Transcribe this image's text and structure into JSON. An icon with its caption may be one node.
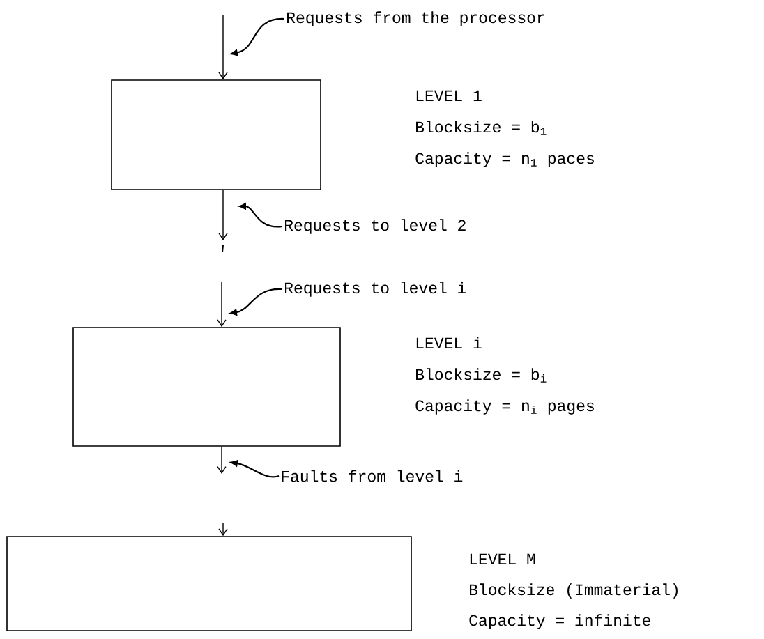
{
  "diagram": {
    "nodes": [
      {
        "text": [],
        "shape": "box",
        "beside": [
          "LEVEL 1",
          "Blocksize = b$_{1}$",
          "Capacity = n$_{1}$ paces"
        ]
      },
      {
        "text": [],
        "shape": "box",
        "beside": [
          "LEVEL i",
          "Blocksize = b$_{i}$",
          "Capacity = n$_{i}$ pages"
        ]
      },
      {
        "text": [],
        "shape": "box",
        "beside": [
          "LEVEL M",
          "Blocksize (Immaterial)",
          "Capacity = infinite"
        ]
      },
      {
        "text": [
          "Requests from the processor"
        ]
      },
      {
        "text": [
          "Requests to level 2"
        ]
      },
      {
        "text": [
          "Requests to level i"
        ]
      },
      {
        "text": [
          "Faults from level i"
        ]
      }
    ],
    "edges": [
      {
        "from": null,
        "to": 0,
        "arrow": "to"
      },
      {
        "from": 0,
        "to": null,
        "arrow": "to"
      },
      {
        "from": null,
        "to": 1,
        "arrow": "to"
      },
      {
        "from": 1,
        "to": null,
        "arrow": "to"
      },
      {
        "from": null,
        "to": 2,
        "arrow": "to"
      },
      {
        "from": 3,
        "to": null,
        "arrow": "to"
      },
      {
        "from": 4,
        "to": null,
        "arrow": "to"
      },
      {
        "from": 5,
        "to": null,
        "arrow": "to"
      },
      {
        "from": 6,
        "to": null,
        "arrow": "to"
      }
    ]
  }
}
